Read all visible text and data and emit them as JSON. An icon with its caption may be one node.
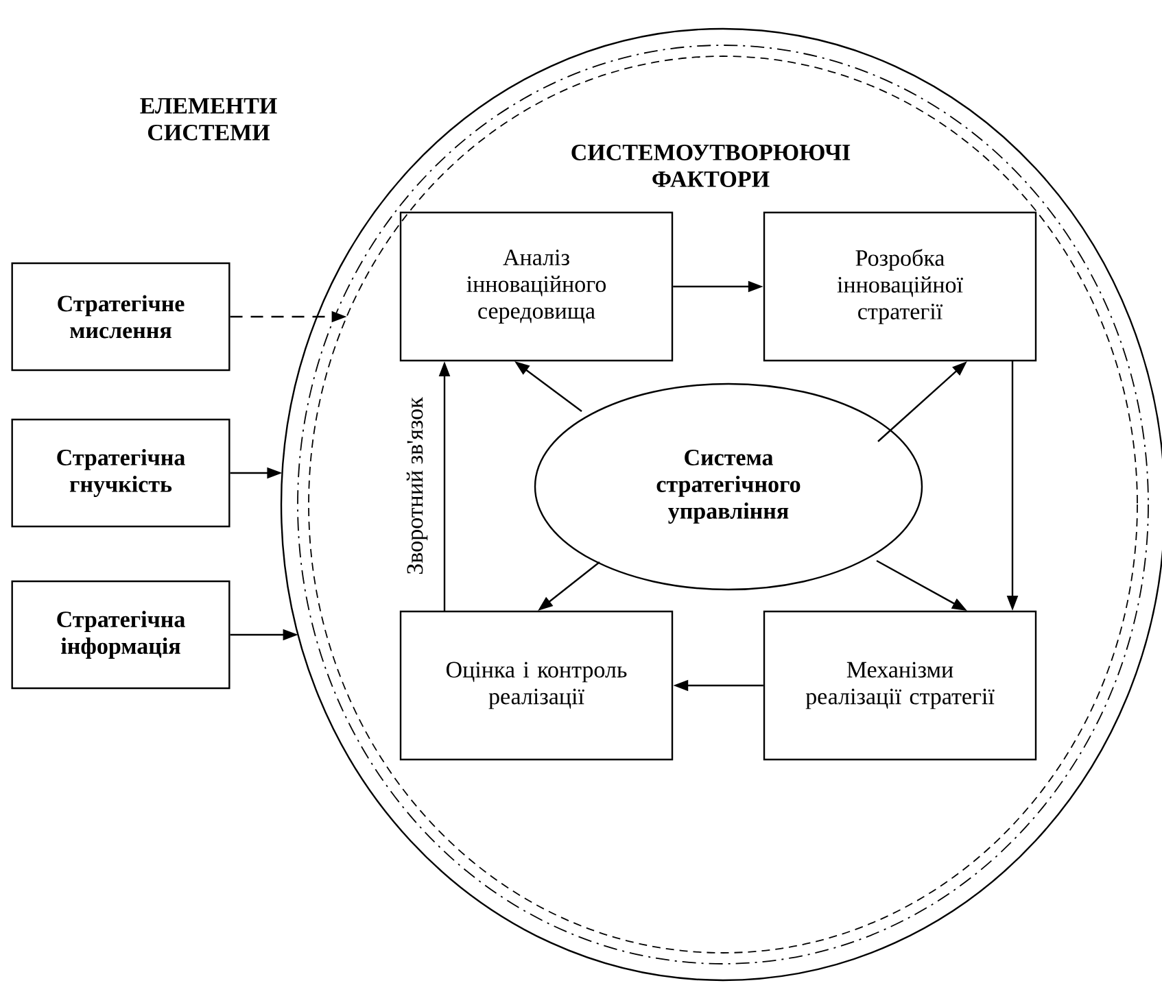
{
  "diagram": {
    "nodes": [
      {
        "text": [
          "СИСТЕМОУТВОРЮЮЧІ ФАКТОРИ"
        ]
      },
      {
        "text": [
          "Стратегічне мислення"
        ]
      },
      {
        "text": [
          "Стратегічна гнучкість"
        ]
      },
      {
        "text": [
          "Стратегічна інформація"
        ]
      },
      {
        "text": [
          "Аналіз інноваційного середовища"
        ],
        "in": 0
      },
      {
        "text": [
          "Розробка інноваційної стратегії"
        ],
        "in": 0
      },
      {
        "text": [
          "Система стратегічного управління"
        ],
        "in": 0
      },
      {
        "text": [
          "Оцінка і контроль реалізації"
        ],
        "in": 0
      },
      {
        "text": [
          "Механізми реалізації стратегії"
        ],
        "in": 0
      }
    ],
    "edges": [
      {
        "from": 1,
        "to": 0,
        "arrow": "to",
        "style": "dashed"
      },
      {
        "from": 2,
        "to": 0,
        "arrow": "to"
      },
      {
        "from": 3,
        "to": 0,
        "arrow": "to"
      },
      {
        "from": 4,
        "to": 5,
        "arrow": "to"
      },
      {
        "from": 6,
        "to": 4,
        "arrow": "to"
      },
      {
        "from": 6,
        "to": 5,
        "arrow": "to"
      },
      {
        "from": 6,
        "to": 7,
        "arrow": "to"
      },
      {
        "from": 6,
        "to": 8,
        "arrow": "to"
      },
      {
        "from": 5,
        "to": 8,
        "arrow": "to"
      },
      {
        "from": 8,
        "to": 7,
        "arrow": "to"
      },
      {
        "from": 7,
        "to": 4,
        "arrow": "to",
        "label": "Зворотний зв'язок"
      }
    ],
    "labels": [
      "ЕЛЕМЕНТИ СИСТЕМИ"
    ]
  }
}
